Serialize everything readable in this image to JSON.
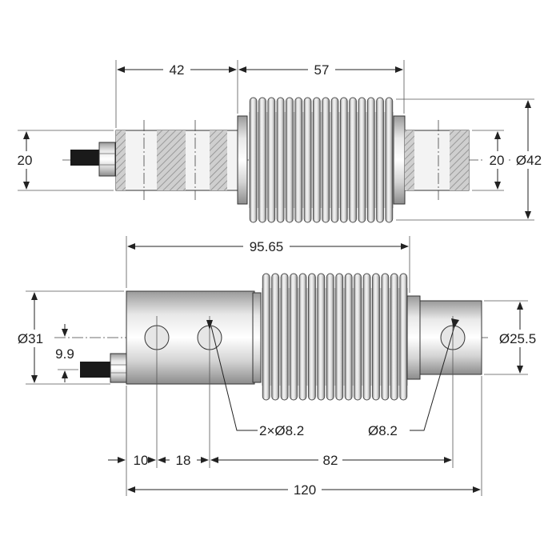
{
  "top_view": {
    "dim_left_length": "42",
    "dim_bellows_length": "57",
    "dim_left_height": "20",
    "dim_right_height": "20",
    "dim_diameter": "Ø42"
  },
  "front_view": {
    "dim_top_length": "95.65",
    "dim_left_diameter": "Ø31",
    "dim_hole_offset": "9.9",
    "dim_right_diameter": "Ø25.5",
    "hole_callout_left": "2×Ø8.2",
    "hole_callout_right": "Ø8.2",
    "dim_10": "10",
    "dim_18": "18",
    "dim_82": "82",
    "dim_overall": "120"
  },
  "colors": {
    "metal_light": "#f2f2f2",
    "metal_mid": "#c8c8c8",
    "metal_dark": "#8a8a8a",
    "cable": "#1a1a1a",
    "line": "#222222"
  }
}
